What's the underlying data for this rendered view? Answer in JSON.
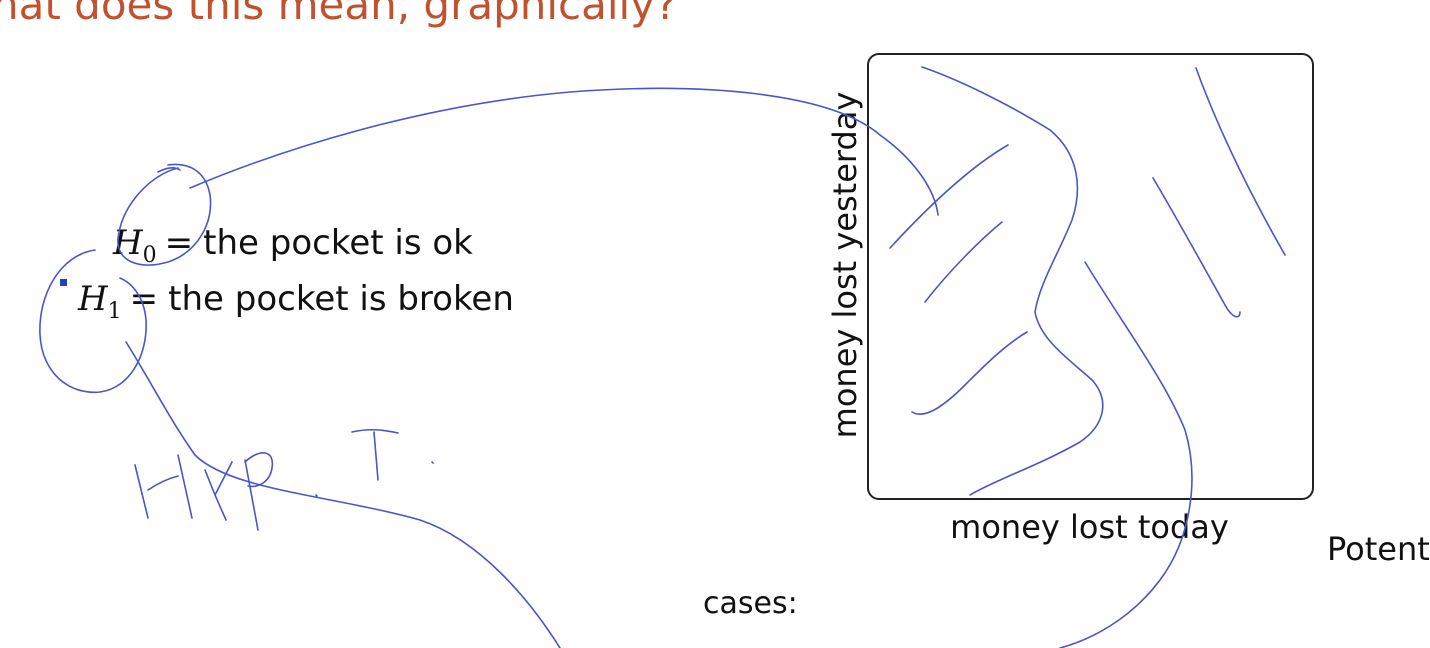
{
  "slide": {
    "title": "hat does this mean, graphically?",
    "hypotheses": [
      {
        "symbol": "H",
        "subscript": "0",
        "equals": "=",
        "text": "the pocket is ok"
      },
      {
        "symbol": "H",
        "subscript": "1",
        "equals": "=",
        "text": "the pocket is broken"
      }
    ],
    "plot": {
      "xlabel": "money lost today",
      "ylabel": "money lost yesterday"
    },
    "cases_label": "cases:",
    "right_cut_text": "Potent"
  },
  "colors": {
    "title": "#c0522e",
    "ink": "#4a55c8",
    "text": "#111111",
    "cursor": "#2a3fbf"
  },
  "annotations": {
    "handwriting": "HYP. T."
  }
}
